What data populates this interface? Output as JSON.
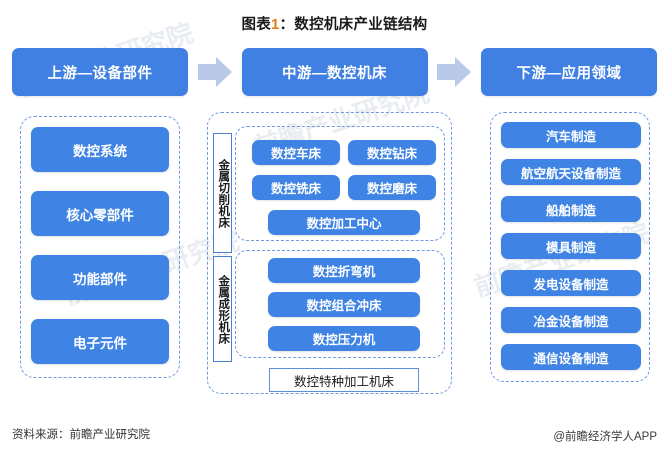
{
  "title": {
    "prefix": "图表",
    "number": "1",
    "suffix": "：数控机床产业链结构"
  },
  "header": {
    "upstream": "上游—设备部件",
    "midstream": "中游—数控机床",
    "downstream": "下游—应用领域",
    "arrow_icon": "arrow-right-icon"
  },
  "upstream": {
    "items": [
      {
        "label": "数控系统"
      },
      {
        "label": "核心零部件"
      },
      {
        "label": "功能部件"
      },
      {
        "label": "电子元件"
      }
    ]
  },
  "midstream": {
    "groups": [
      {
        "vertical_label": "金属切削机床",
        "items": [
          {
            "label": "数控车床"
          },
          {
            "label": "数控钻床"
          },
          {
            "label": "数控铣床"
          },
          {
            "label": "数控磨床"
          },
          {
            "label": "数控加工中心"
          }
        ]
      },
      {
        "vertical_label": "金属成形机床",
        "items": [
          {
            "label": "数控折弯机"
          },
          {
            "label": "数控组合冲床"
          },
          {
            "label": "数控压力机"
          }
        ]
      }
    ],
    "special": "数控特种加工机床"
  },
  "downstream": {
    "items": [
      {
        "label": "汽车制造"
      },
      {
        "label": "航空航天设备制造"
      },
      {
        "label": "船舶制造"
      },
      {
        "label": "模具制造"
      },
      {
        "label": "发电设备制造"
      },
      {
        "label": "冶金设备制造"
      },
      {
        "label": "通信设备制造"
      }
    ]
  },
  "footer": {
    "source": "资料来源：前瞻产业研究院",
    "brand": "@前瞻经济学人APP"
  },
  "watermarks": [
    "前瞻产业研究院",
    "前瞻产业研究院",
    "前瞻产业研究院",
    "前瞻产业研究院"
  ],
  "colors": {
    "header_blue": "#3f80e2",
    "pill_blue": "#3f84e4",
    "arrow_lavender": "#b9c9ea",
    "dashed_border": "#6f9ae0",
    "title_accent": "#e8740c"
  }
}
